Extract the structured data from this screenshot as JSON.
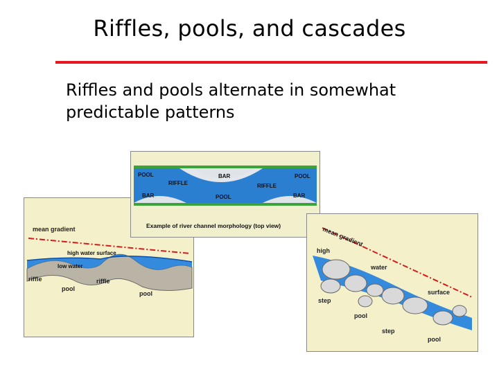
{
  "slide": {
    "title": "Riffles, pools, and cascades",
    "bullet": "Riffles and pools alternate in somewhat predictable patterns"
  },
  "figure_top": {
    "labels": {
      "pool_tl": "POOL",
      "bar_top": "BAR",
      "pool_tr": "POOL",
      "riffle_left": "RIFFLE",
      "riffle_right": "RIFFLE",
      "bar_bl": "BAR",
      "pool_bottom": "POOL",
      "bar_br": "BAR"
    },
    "caption": "Example of river channel morphology (top view)"
  },
  "figure_left": {
    "mean_gradient": "mean gradient",
    "high_water": "high water surface",
    "low_water": "low water",
    "riffle_1": "riffle",
    "riffle_2": "riffle",
    "pool_1": "pool",
    "pool_2": "pool"
  },
  "figure_right": {
    "mean_gradient": "mean gradient",
    "high": "high",
    "water": "water",
    "surface": "surface",
    "step_1": "step",
    "step_2": "step",
    "pool_1": "pool",
    "pool_2": "pool"
  },
  "colors": {
    "rule": "#e8161f",
    "water": "#1f7fe0",
    "gradient_line": "#d7191c",
    "figure_bg": "#f4f0c9"
  }
}
